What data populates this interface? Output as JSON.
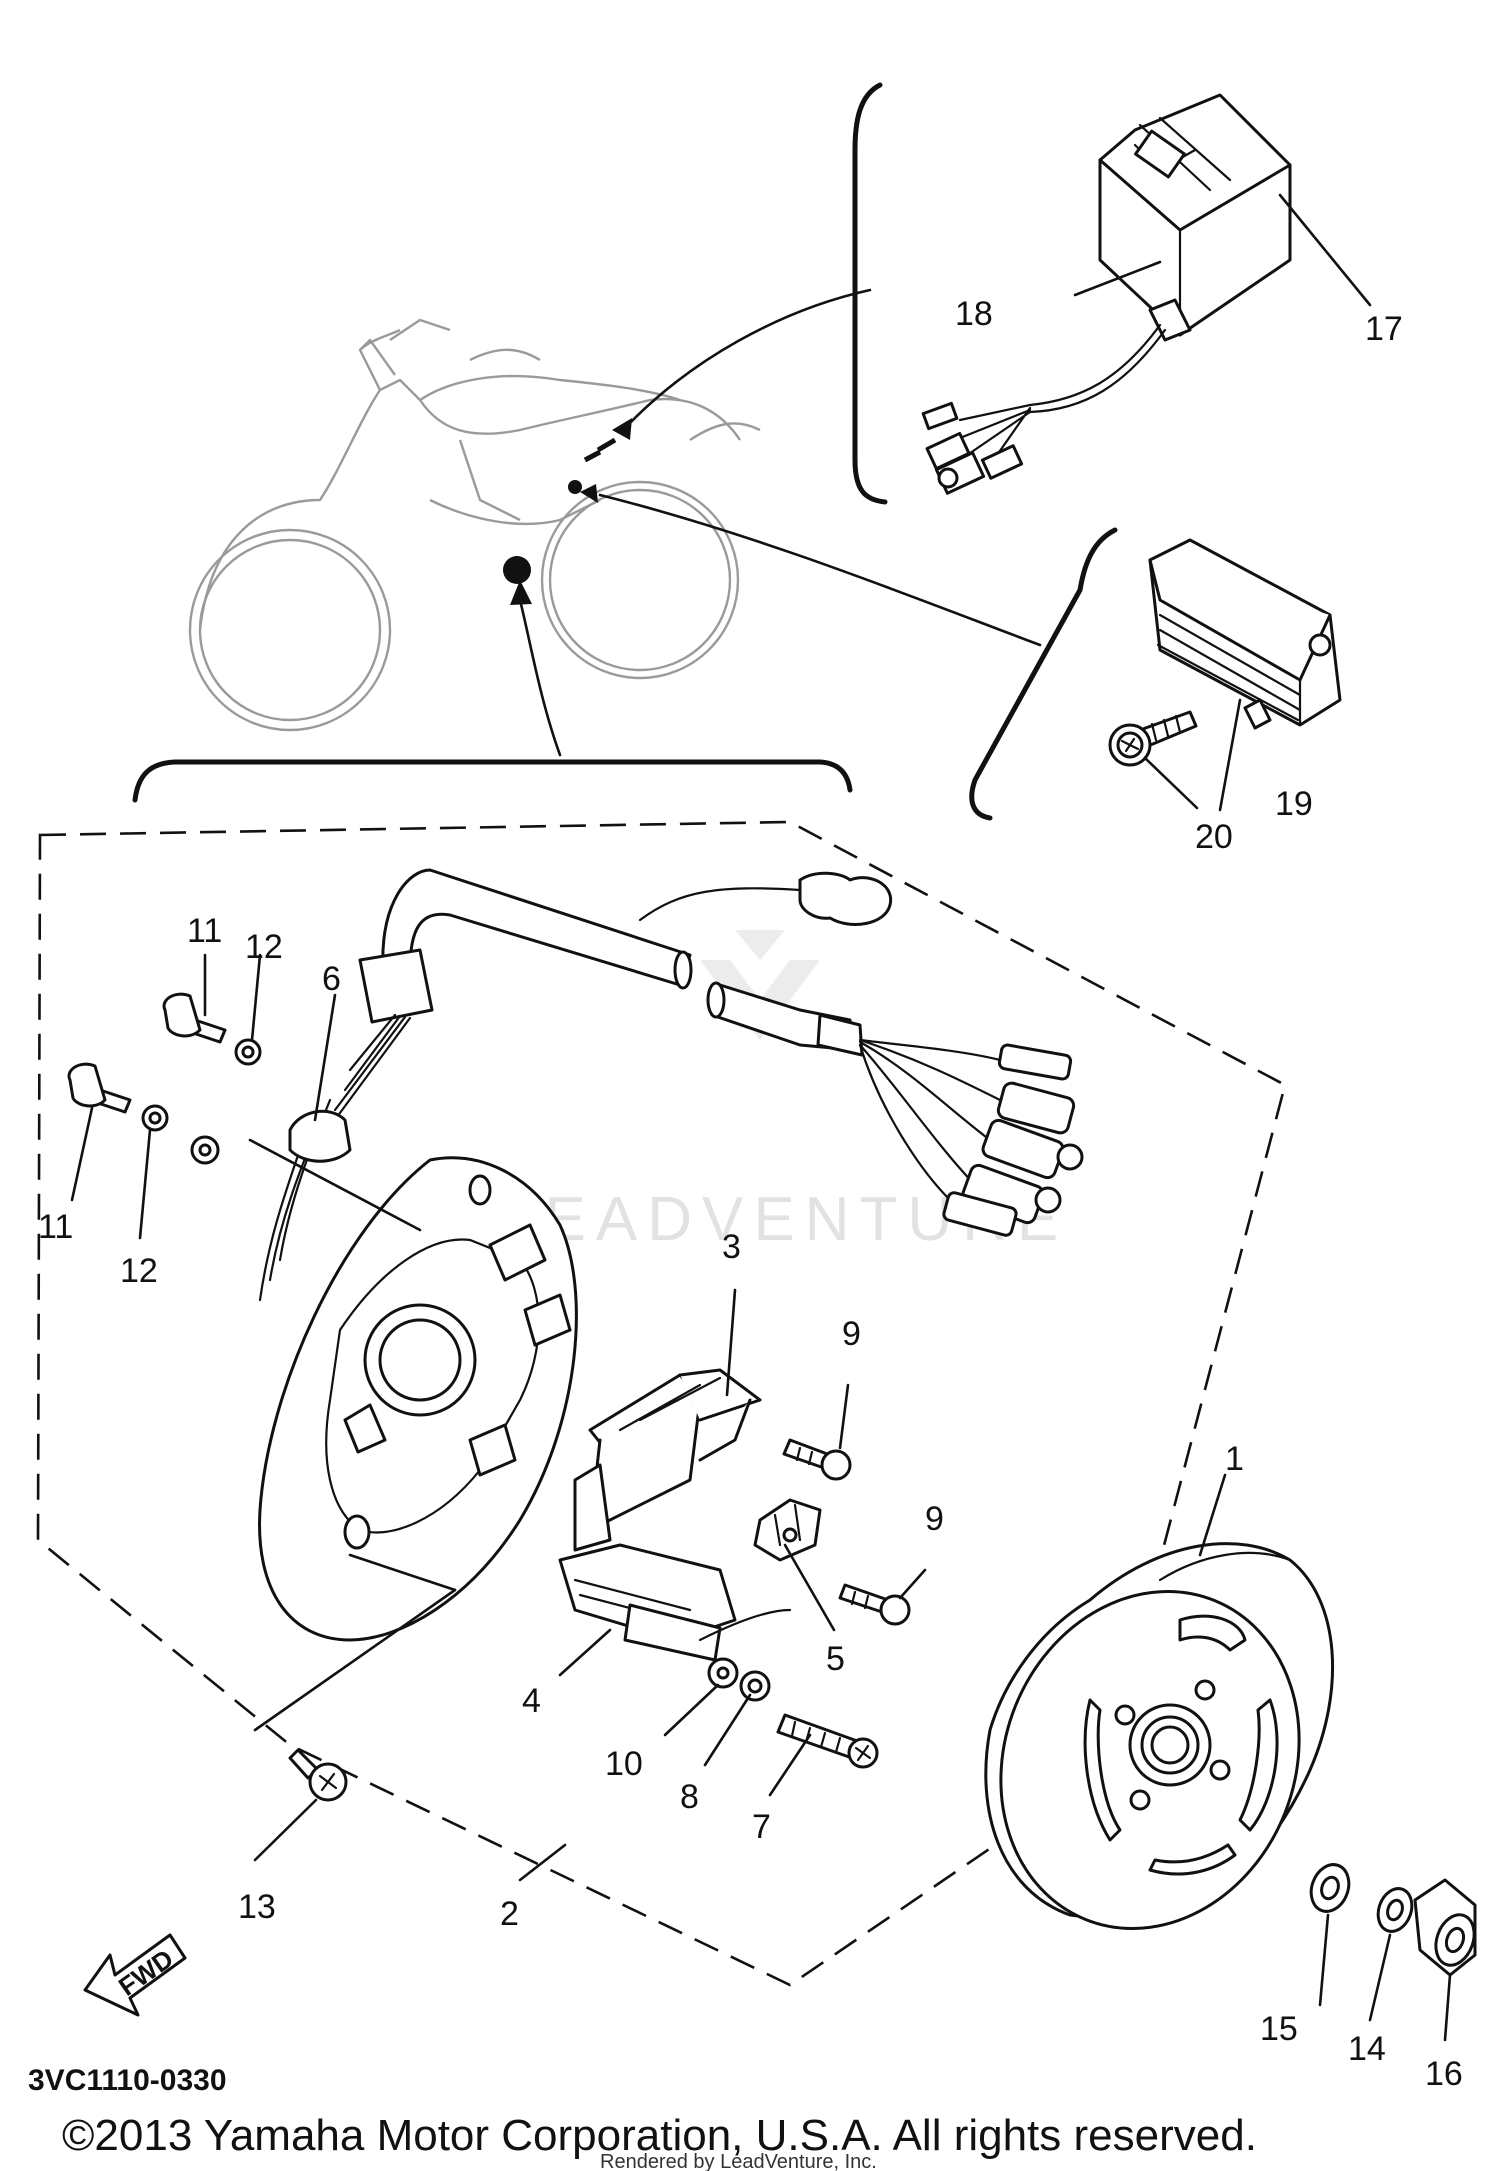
{
  "diagram": {
    "callouts": [
      {
        "id": "1",
        "text": "1"
      },
      {
        "id": "2",
        "text": "2"
      },
      {
        "id": "3",
        "text": "3"
      },
      {
        "id": "4",
        "text": "4"
      },
      {
        "id": "5",
        "text": "5"
      },
      {
        "id": "6",
        "text": "6"
      },
      {
        "id": "7",
        "text": "7"
      },
      {
        "id": "8",
        "text": "8"
      },
      {
        "id": "9a",
        "text": "9"
      },
      {
        "id": "9b",
        "text": "9"
      },
      {
        "id": "10",
        "text": "10"
      },
      {
        "id": "11a",
        "text": "11"
      },
      {
        "id": "11b",
        "text": "11"
      },
      {
        "id": "12a",
        "text": "12"
      },
      {
        "id": "12b",
        "text": "12"
      },
      {
        "id": "13",
        "text": "13"
      },
      {
        "id": "14",
        "text": "14"
      },
      {
        "id": "15",
        "text": "15"
      },
      {
        "id": "16",
        "text": "16"
      },
      {
        "id": "17",
        "text": "17"
      },
      {
        "id": "18",
        "text": "18"
      },
      {
        "id": "19",
        "text": "19"
      },
      {
        "id": "20",
        "text": "20"
      }
    ],
    "direction_label": "FWD",
    "diagram_code": "3VC1110-0330",
    "copyright": "©2013 Yamaha Motor Corporation, U.S.A. All rights reserved.",
    "rendered_by": "Rendered by LeadVenture, Inc.",
    "watermark": "LEADVENTURE"
  }
}
